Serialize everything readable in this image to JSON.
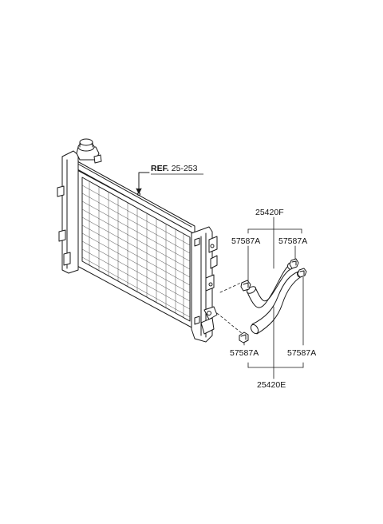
{
  "diagram": {
    "reference": {
      "prefix": "REF.",
      "number": "25-253"
    },
    "parts": {
      "upper_hose": "25420F",
      "lower_hose": "25420E",
      "clip_top_left": "57587A",
      "clip_top_right": "57587A",
      "clip_bottom_left": "57587A",
      "clip_bottom_right": "57587A"
    }
  }
}
